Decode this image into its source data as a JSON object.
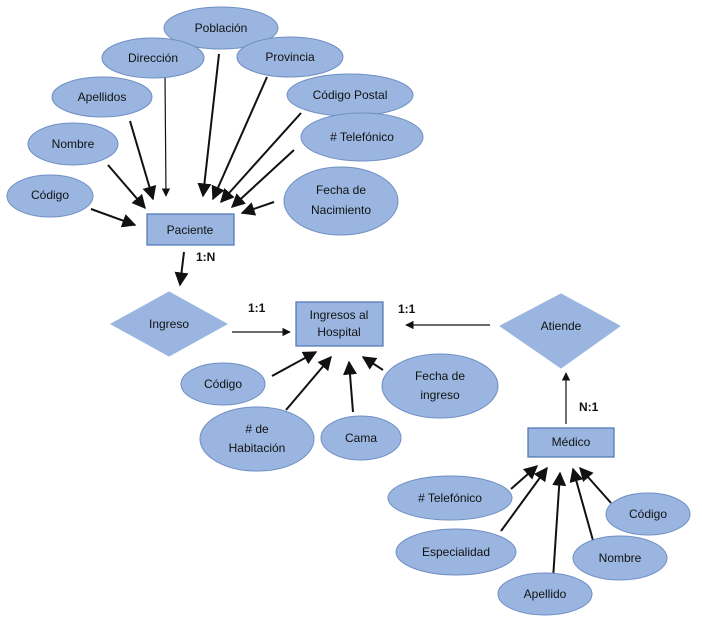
{
  "colors": {
    "shape_fill": "#9ab6e0",
    "rect_stroke": "#4a73b5",
    "line": "#111111"
  },
  "entities": {
    "paciente": "Paciente",
    "ingresos_line1": "Ingresos al",
    "ingresos_line2": "Hospital",
    "medico": "Médico"
  },
  "relationships": {
    "ingreso": "Ingreso",
    "atiende": "Atiende"
  },
  "paciente_attributes": {
    "poblacion": "Población",
    "direccion": "Dirección",
    "provincia": "Provincia",
    "apellidos": "Apellidos",
    "codigo_postal": "Código Postal",
    "nombre": "Nombre",
    "telefonico": "# Telefónico",
    "codigo": "Código",
    "fecha_nac_line1": "Fecha de",
    "fecha_nac_line2": "Nacimiento"
  },
  "ingresos_attributes": {
    "codigo": "Código",
    "fecha_ingreso_line1": "Fecha de",
    "fecha_ingreso_line2": "ingreso",
    "habitacion_line1": "# de",
    "habitacion_line2": "Habitación",
    "cama": "Cama"
  },
  "medico_attributes": {
    "telefonico": "# Telefónico",
    "codigo": "Código",
    "especialidad": "Especialidad",
    "nombre": "Nombre",
    "apellido": "Apellido"
  },
  "cardinalities": {
    "paciente_ingreso": "1:N",
    "ingreso_ingresos": "1:1",
    "atiende_ingresos": "1:1",
    "medico_atiende": "N:1"
  }
}
